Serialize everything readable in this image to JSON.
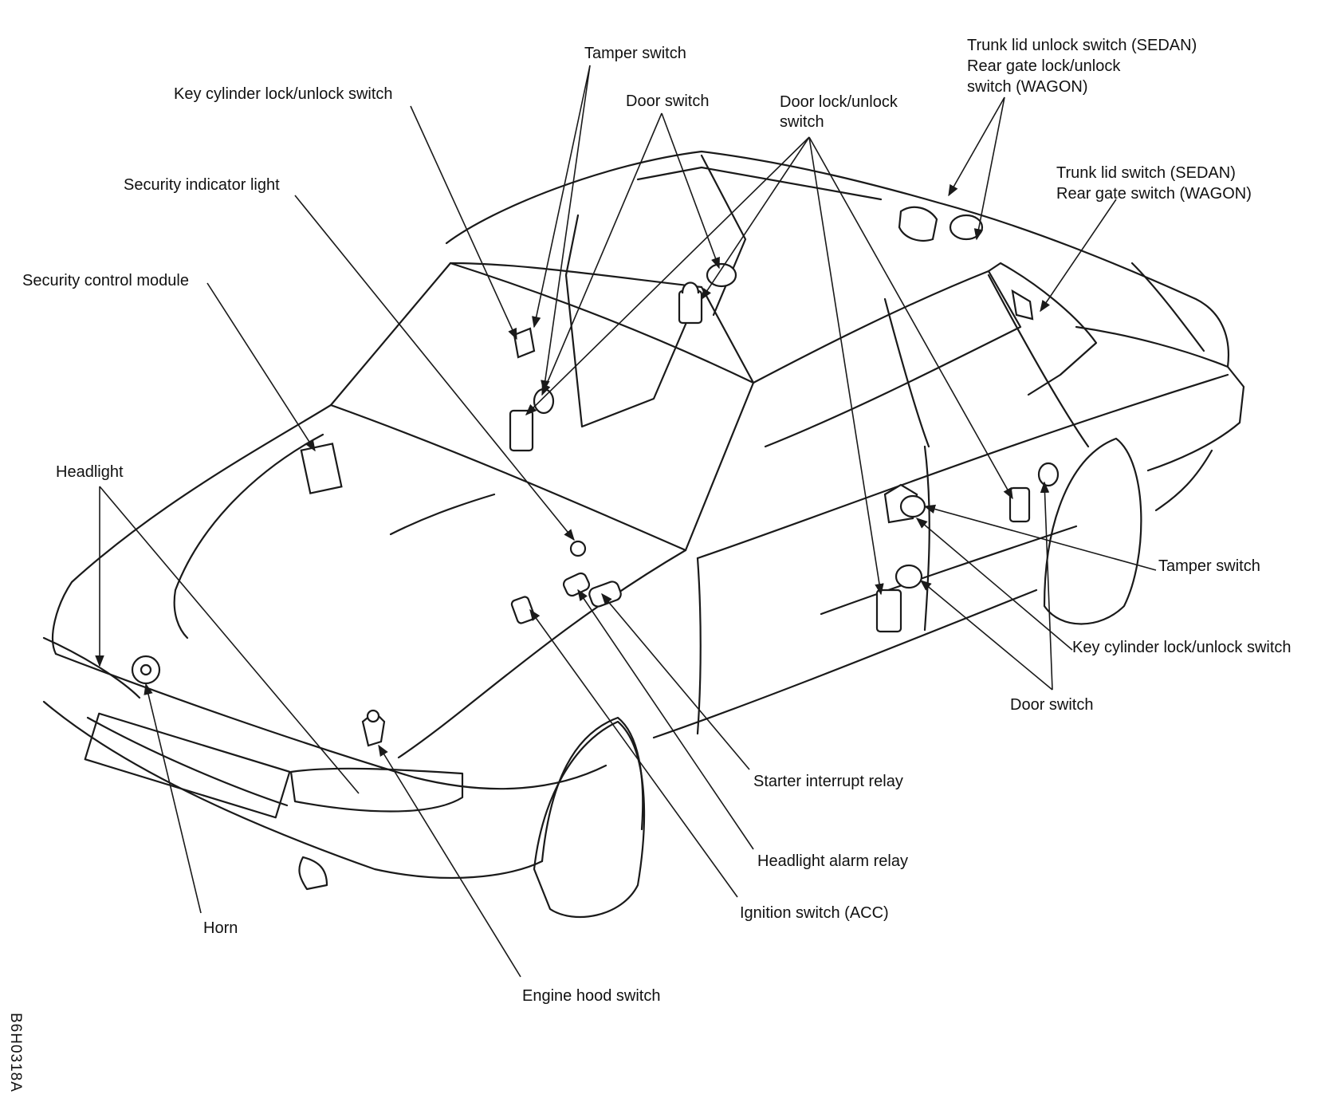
{
  "labels": {
    "tamper_switch_top": "Tamper switch",
    "key_cylinder_top": "Key cylinder lock/unlock switch",
    "door_switch_top": "Door switch",
    "door_lock_unlock_line1": "Door lock/unlock",
    "door_lock_unlock_line2": "switch",
    "trunk_unlock_line1": "Trunk lid unlock switch (SEDAN)",
    "trunk_unlock_line2": "Rear gate lock/unlock",
    "trunk_unlock_line3": "switch (WAGON)",
    "trunk_switch_line1": "Trunk lid switch (SEDAN)",
    "trunk_switch_line2": "Rear gate switch (WAGON)",
    "security_indicator": "Security indicator light",
    "security_module": "Security control module",
    "headlight": "Headlight",
    "tamper_switch_right": "Tamper switch",
    "key_cylinder_right": "Key cylinder lock/unlock switch",
    "door_switch_right": "Door switch",
    "starter_interrupt": "Starter interrupt relay",
    "headlight_alarm": "Headlight alarm relay",
    "ignition_switch": "Ignition switch (ACC)",
    "horn": "Horn",
    "engine_hood": "Engine hood switch"
  },
  "figure_code": "B6H0318A"
}
